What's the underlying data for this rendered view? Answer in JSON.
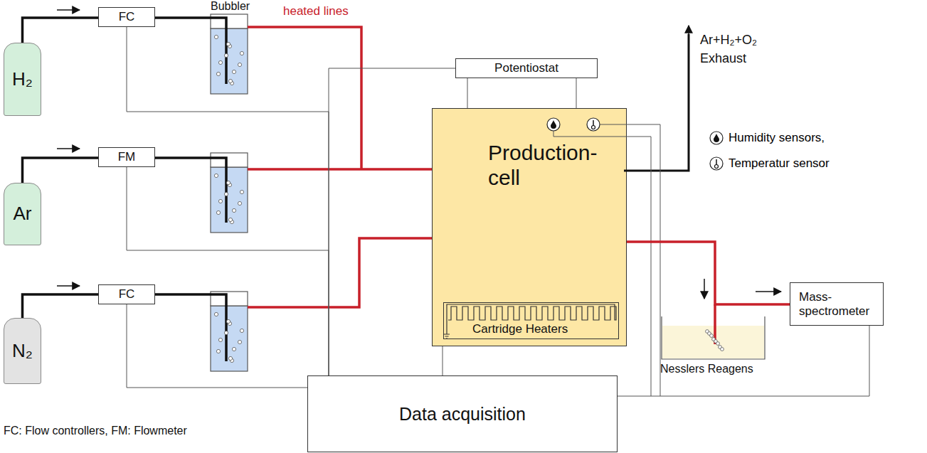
{
  "diagram": {
    "nodes": [
      {
        "text": [
          "H₂"
        ]
      },
      {
        "text": [
          "FC"
        ]
      },
      {
        "text": [
          "Ar"
        ]
      },
      {
        "text": [
          "FM"
        ]
      },
      {
        "text": [
          "N₂"
        ]
      },
      {
        "text": [
          "FC"
        ]
      },
      {
        "text": [
          "Potentiostat"
        ]
      },
      {
        "text": [
          "Production- cell"
        ]
      },
      {
        "text": [
          "Cartridge Heaters"
        ],
        "in": 7
      },
      {
        "text": [
          "Mass- spectrometer"
        ]
      },
      {
        "text": [
          "Data acquisition"
        ]
      }
    ],
    "edges": [
      {
        "from": 0,
        "to": 1,
        "arrow": "none"
      },
      {
        "from": 2,
        "to": 3,
        "arrow": "none"
      },
      {
        "from": 4,
        "to": 5,
        "arrow": "none"
      },
      {
        "from": 1,
        "to": 10,
        "arrow": "none"
      },
      {
        "from": 3,
        "to": 10,
        "arrow": "none"
      },
      {
        "from": 5,
        "to": 10,
        "arrow": "none"
      },
      {
        "from": 6,
        "to": 10,
        "arrow": "none"
      },
      {
        "from": 6,
        "to": 7,
        "arrow": "none"
      },
      {
        "from": 6,
        "to": 7,
        "arrow": "none"
      },
      {
        "from": 7,
        "to": 10,
        "arrow": "none"
      },
      {
        "from": 7,
        "to": 9,
        "arrow": "none"
      },
      {
        "from": 9,
        "to": 10,
        "arrow": "none"
      }
    ],
    "labels": [
      "Bubbler",
      "heated lines",
      "Ar+H₂+O₂",
      "Exhaust",
      "Nesslers Reagens",
      "FC: Flow controllers, FM: Flowmeter"
    ],
    "legend": [
      {
        "text": "Humidity sensors,"
      },
      {
        "text": "Temperatur sensor"
      }
    ]
  }
}
